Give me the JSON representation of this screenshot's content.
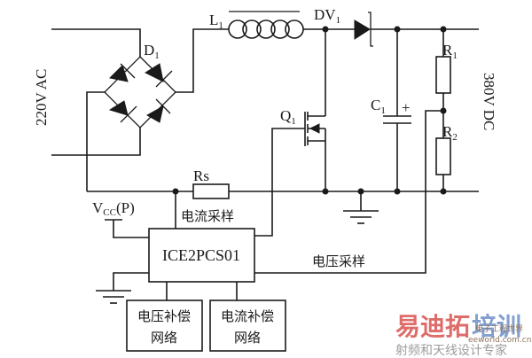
{
  "diagram": {
    "title": "ICE2PCS01 PFC boost converter schematic",
    "input_label": "220V AC",
    "output_label": "380V DC",
    "components": {
      "bridge": {
        "ref": "D",
        "sub": "1"
      },
      "inductor": {
        "ref": "L",
        "sub": "1"
      },
      "boost_diode": {
        "ref": "DV",
        "sub": "1"
      },
      "mosfet": {
        "ref": "Q",
        "sub": "1"
      },
      "capacitor": {
        "ref": "C",
        "sub": "1",
        "polarity": "+"
      },
      "r1": {
        "ref": "R",
        "sub": "1"
      },
      "r2": {
        "ref": "R",
        "sub": "2"
      },
      "rs": {
        "ref": "Rs"
      },
      "controller": {
        "label": "ICE2PCS01"
      },
      "vcc": {
        "ref": "V",
        "sub": "CC",
        "suffix": "(P)"
      }
    },
    "annotations": {
      "current_sense": "电流采样",
      "voltage_sense": "电压采样"
    },
    "blocks": [
      {
        "line1": "电压补偿",
        "line2": "网络"
      },
      {
        "line1": "电流补偿",
        "line2": "网络"
      }
    ]
  },
  "watermark": {
    "brand_red": "易迪拓",
    "brand_blue": "培训",
    "tagline": "射频和天线设计专家",
    "site_small": "电子工程世界",
    "site_url": "eeworld.com.cn",
    "colors": {
      "red": "#d9534f",
      "blue": "#6e8fc7"
    }
  }
}
